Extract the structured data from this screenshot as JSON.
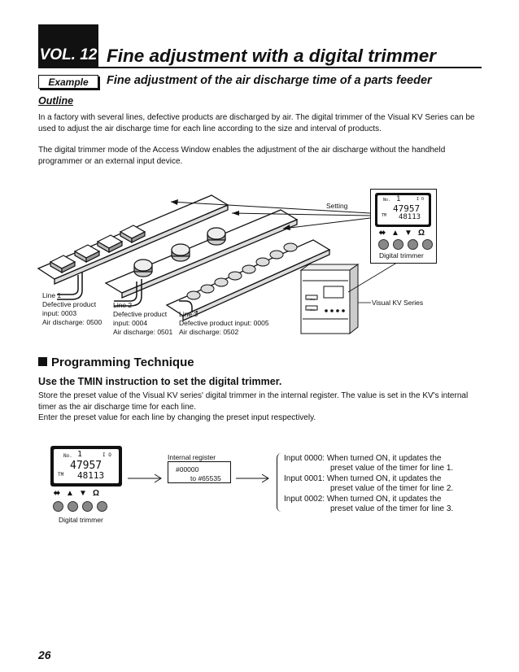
{
  "header": {
    "vol": "VOL. 12",
    "title": "Fine adjustment with a digital trimmer"
  },
  "example": {
    "tag": "Example",
    "title": "Fine adjustment of the air discharge time of a parts feeder"
  },
  "outline": {
    "heading": "Outline",
    "para1": "In a factory with several lines, defective products are discharged by air. The digital trimmer of the Visual KV Series can be used to adjust the air discharge time for each line according to the size and interval of products.",
    "para2": "The digital trimmer mode of the Access Window enables the adjustment of the air discharge without the handheld programmer or an external input device."
  },
  "diagram": {
    "setting_label": "Setting",
    "trimmer_label": "Digital trimmer",
    "kv_label": "Visual KV Series",
    "line1": {
      "l1": "Line 1",
      "l2": "Defective product",
      "l3": "input: 0003",
      "l4": "Air discharge: 0500"
    },
    "line2": {
      "l1": "Line 2",
      "l2": "Defective product",
      "l3": "input: 0004",
      "l4": "Air discharge: 0501"
    },
    "line3": {
      "l1": "Line 3",
      "l2": "Defective product input: 0005",
      "l3": "Air discharge: 0502"
    },
    "lcd": {
      "no_label": "No.",
      "no_value": "1",
      "io": "I O",
      "tm": "TM",
      "value1": "47957",
      "value2": "48113"
    },
    "kv_full": "FULL",
    "symbols": [
      "⬌",
      "▲",
      "▼",
      "Ω"
    ]
  },
  "technique": {
    "heading": "Programming Technique",
    "subheading": "Use the TMIN instruction to set the digital trimmer.",
    "body1": "Store the preset value of the Visual KV series' digital trimmer in the internal register. The value is set in the KV's internal timer as the air discharge time for each line.",
    "body2": "Enter the preset value for each line by changing the preset input respectively."
  },
  "flow": {
    "trimmer_label": "Digital trimmer",
    "register_label": "Internal register",
    "register_from": "#00000",
    "register_to": "to #65535",
    "inputs": [
      {
        "name": "Input 0000:",
        "l1": "When turned ON, it updates the",
        "l2": "preset value of the timer for line 1."
      },
      {
        "name": "Input 0001:",
        "l1": "When turned ON, it updates the",
        "l2": "preset value of the timer for line 2."
      },
      {
        "name": "Input 0002:",
        "l1": "When turned ON, it updates the",
        "l2": "preset value of the timer for line 3."
      }
    ]
  },
  "page_number": "26"
}
